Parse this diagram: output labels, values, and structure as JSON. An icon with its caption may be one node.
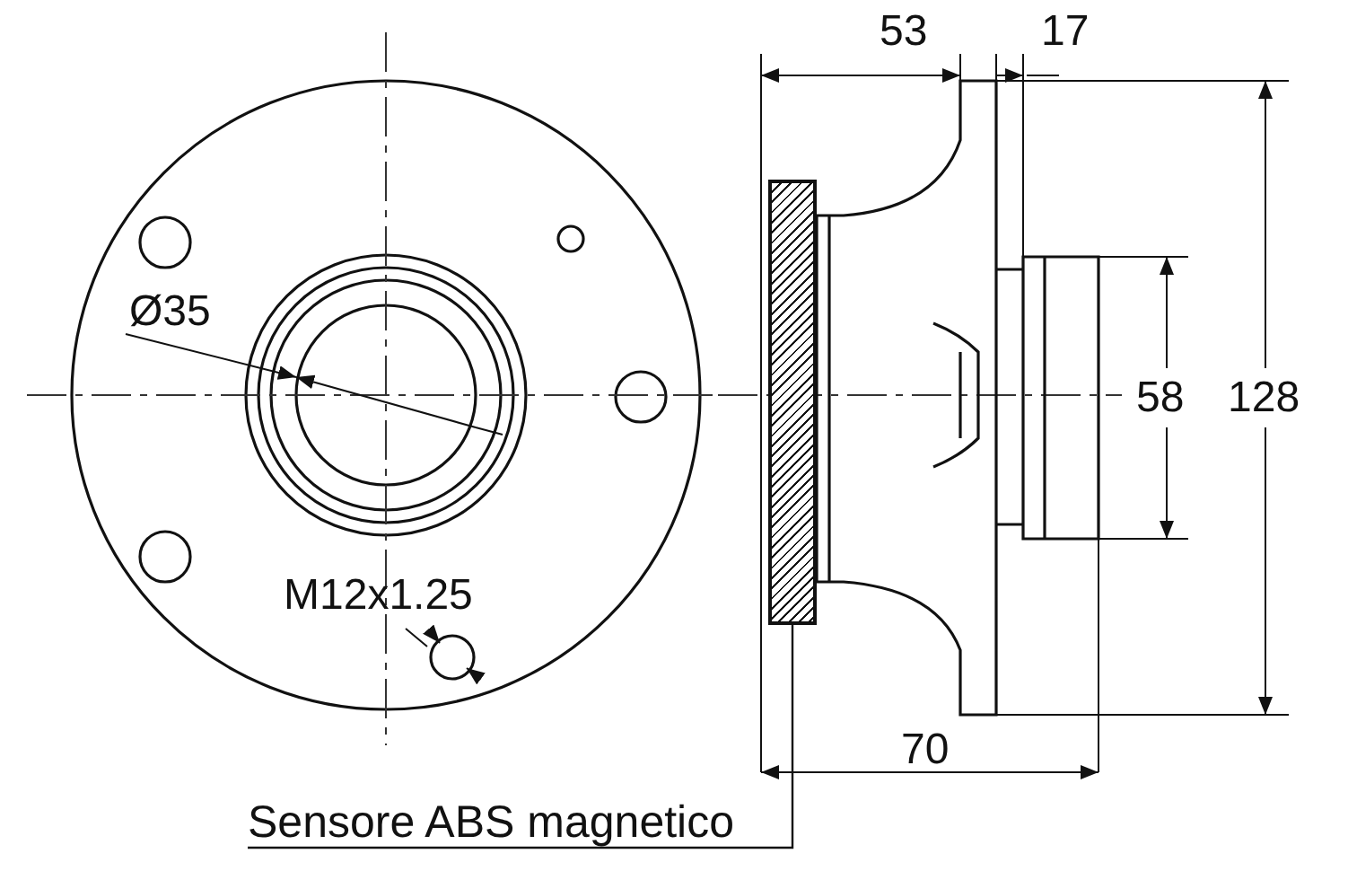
{
  "diagram": {
    "nodes": [
      {
        "text": [
          "Sensore ABS magnetico"
        ]
      },
      {
        "text": [],
        "shape": "bar"
      }
    ],
    "edges": [
      {
        "from": 0,
        "to": 1,
        "arrow": "none"
      }
    ],
    "labels": [
      "53",
      "17",
      "Ø35",
      "58",
      "128",
      "M12x1.25",
      "70"
    ]
  }
}
